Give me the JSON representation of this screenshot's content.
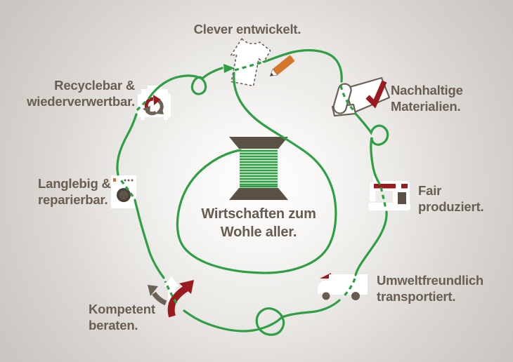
{
  "center": {
    "caption": "Wirtschaften zum\nWohle aller.",
    "icon": "thread-spool-icon"
  },
  "stages": [
    {
      "label": "Clever entwickelt.",
      "icon": "tshirt-pencil-icon"
    },
    {
      "label": "Nachhaltige\nMaterialien.",
      "icon": "fabric-checkmark-icon"
    },
    {
      "label": "Fair\nproduziert.",
      "icon": "sewing-machine-icon"
    },
    {
      "label": "Umweltfreundlich\ntransportiert.",
      "icon": "delivery-truck-icon"
    },
    {
      "label": "Kompetent\nberaten.",
      "icon": "direction-arrows-icon"
    },
    {
      "label": "Langlebig &\nreparierbar.",
      "icon": "washing-machine-icon"
    },
    {
      "label": "Recyclebar &\nwiederverwertbar.",
      "icon": "recycle-bin-icon"
    }
  ],
  "colors": {
    "thread_green": "#2f9e44",
    "text_brown": "#6a5d51",
    "accent_red": "#991b20",
    "accent_orange": "#d4762b",
    "spool_brown": "#5a5044",
    "icon_outline_taupe": "#6b6154",
    "background_edge": "#cac6c1",
    "background_center": "#f8f7f5"
  }
}
